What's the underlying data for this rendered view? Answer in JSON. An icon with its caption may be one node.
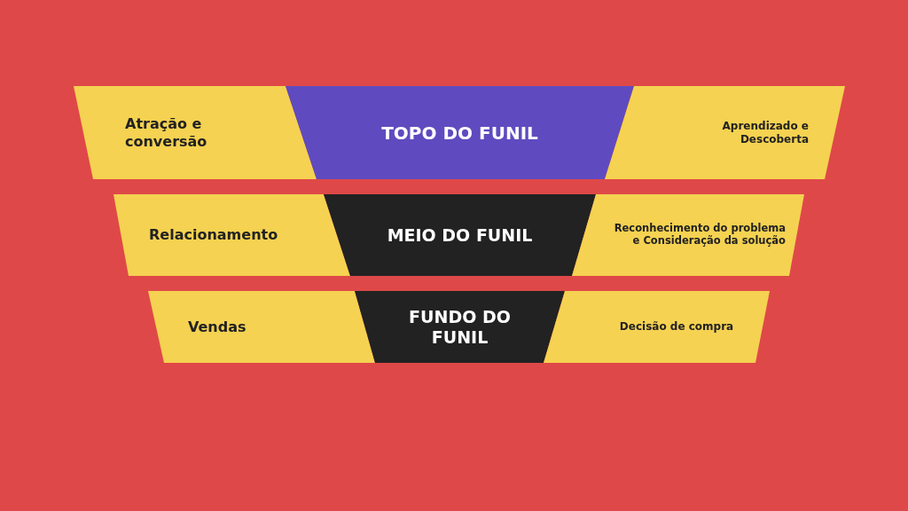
{
  "diagram": {
    "nodes": [
      {
        "text": [
          "Atração e conversão"
        ]
      },
      {
        "text": [
          "TOPO DO FUNIL"
        ]
      },
      {
        "text": [
          "Aprendizado e Descoberta"
        ]
      },
      {
        "text": [
          "Relacionamento"
        ]
      },
      {
        "text": [
          "MEIO DO FUNIL"
        ]
      },
      {
        "text": [
          "Reconhecimento do problema e Consideração da solução"
        ]
      },
      {
        "text": [
          "Vendas"
        ]
      },
      {
        "text": [
          "FUNDO DO FUNIL"
        ]
      },
      {
        "text": [
          "Decisão de compra"
        ]
      }
    ]
  }
}
